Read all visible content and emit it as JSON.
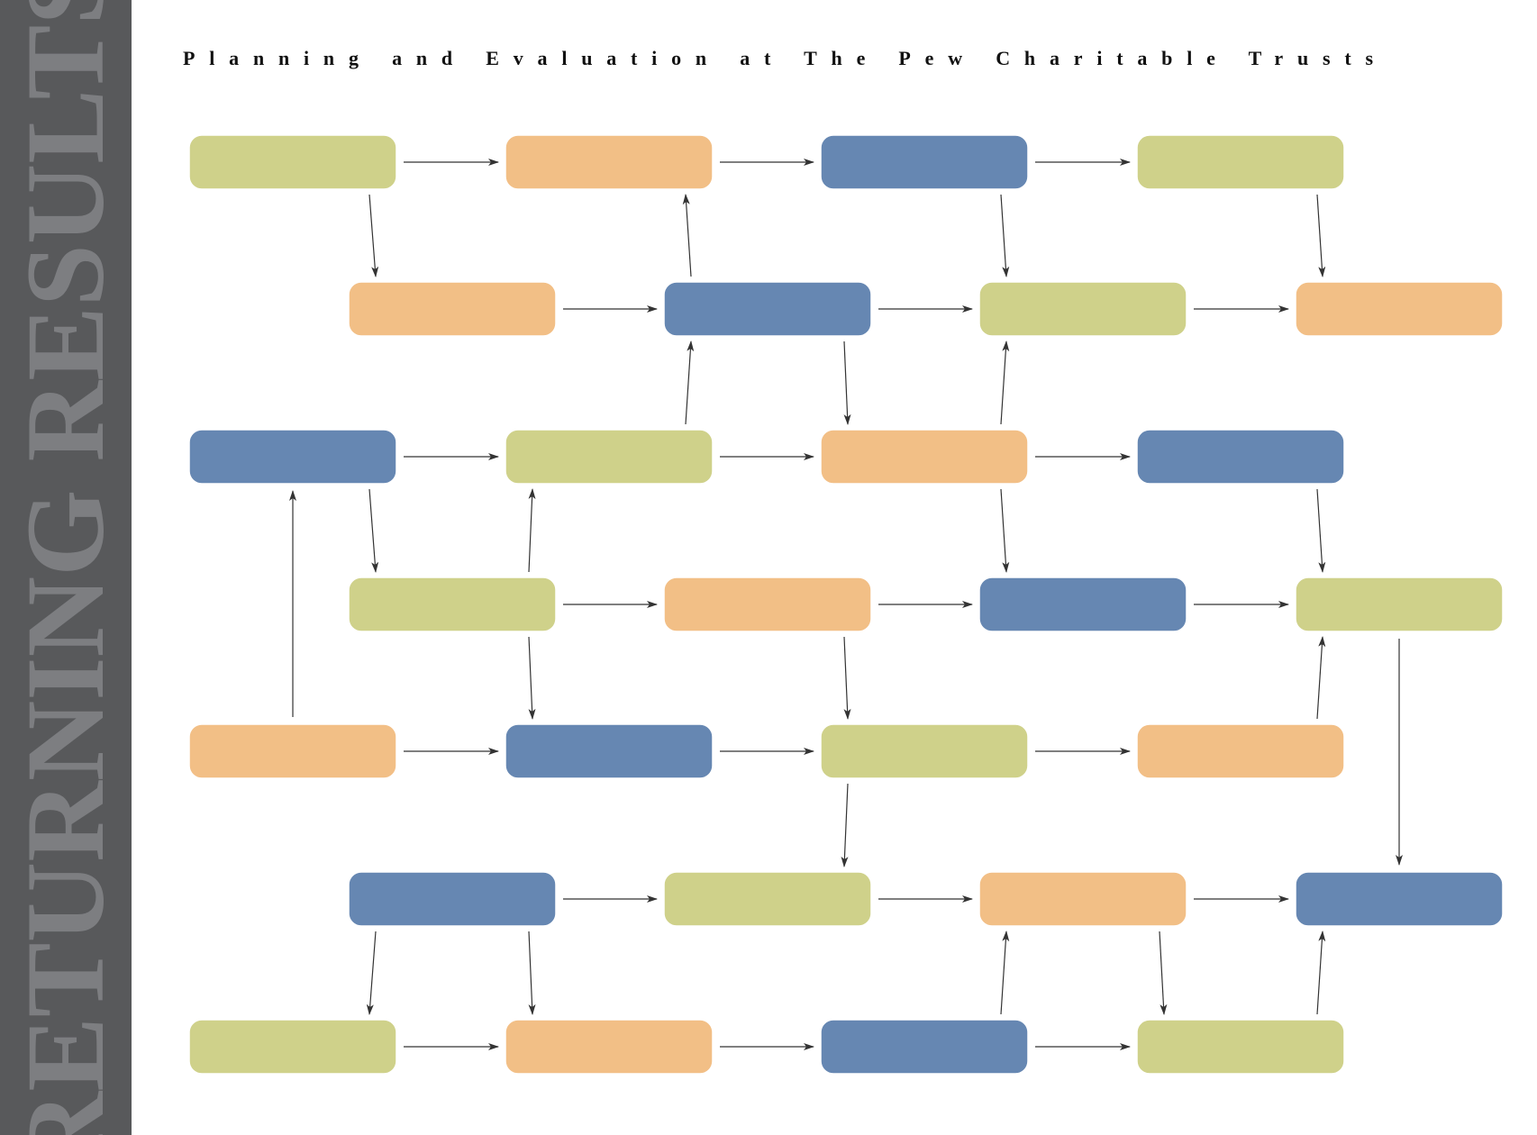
{
  "sidebar": {
    "title": "RETURNING RESULTS"
  },
  "header": {
    "title": "Planning and Evaluation at The Pew Charitable Trusts"
  },
  "colors": {
    "green": "#cfd18a",
    "orange": "#f2bf86",
    "blue": "#6687b2",
    "sidebar_bg": "#58595b",
    "sidebar_text": "#7d7e81",
    "arrow": "#333333"
  },
  "diagram": {
    "rows": [
      [
        "green",
        "orange",
        "blue",
        "green"
      ],
      [
        "orange",
        "blue",
        "green",
        "orange"
      ],
      [
        "blue",
        "green",
        "orange",
        "blue"
      ],
      [
        "green",
        "orange",
        "blue",
        "green"
      ],
      [
        "orange",
        "blue",
        "green",
        "orange"
      ],
      [
        "blue",
        "green",
        "orange",
        "blue"
      ],
      [
        "green",
        "orange",
        "blue",
        "green"
      ]
    ],
    "edges": [
      [
        [
          0,
          0
        ],
        [
          0,
          1
        ]
      ],
      [
        [
          0,
          1
        ],
        [
          0,
          2
        ]
      ],
      [
        [
          0,
          2
        ],
        [
          0,
          3
        ]
      ],
      [
        [
          0,
          0
        ],
        [
          1,
          0
        ]
      ],
      [
        [
          1,
          1
        ],
        [
          0,
          1
        ]
      ],
      [
        [
          0,
          2
        ],
        [
          1,
          2
        ]
      ],
      [
        [
          0,
          3
        ],
        [
          1,
          3
        ]
      ],
      [
        [
          1,
          0
        ],
        [
          1,
          1
        ]
      ],
      [
        [
          1,
          1
        ],
        [
          1,
          2
        ]
      ],
      [
        [
          1,
          2
        ],
        [
          1,
          3
        ]
      ],
      [
        [
          2,
          1
        ],
        [
          1,
          1
        ]
      ],
      [
        [
          1,
          1
        ],
        [
          2,
          2
        ]
      ],
      [
        [
          2,
          2
        ],
        [
          1,
          2
        ]
      ],
      [
        [
          2,
          0
        ],
        [
          2,
          1
        ]
      ],
      [
        [
          2,
          1
        ],
        [
          2,
          2
        ]
      ],
      [
        [
          2,
          2
        ],
        [
          2,
          3
        ]
      ],
      [
        [
          2,
          0
        ],
        [
          3,
          0
        ]
      ],
      [
        [
          3,
          0
        ],
        [
          2,
          1
        ]
      ],
      [
        [
          2,
          2
        ],
        [
          3,
          2
        ]
      ],
      [
        [
          2,
          3
        ],
        [
          3,
          3
        ]
      ],
      [
        [
          4,
          0
        ],
        [
          2,
          0
        ]
      ],
      [
        [
          3,
          0
        ],
        [
          3,
          1
        ]
      ],
      [
        [
          3,
          1
        ],
        [
          3,
          2
        ]
      ],
      [
        [
          3,
          2
        ],
        [
          3,
          3
        ]
      ],
      [
        [
          3,
          0
        ],
        [
          4,
          1
        ]
      ],
      [
        [
          3,
          1
        ],
        [
          4,
          2
        ]
      ],
      [
        [
          4,
          3
        ],
        [
          3,
          3
        ]
      ],
      [
        [
          3,
          3
        ],
        [
          5,
          3
        ]
      ],
      [
        [
          4,
          0
        ],
        [
          4,
          1
        ]
      ],
      [
        [
          4,
          1
        ],
        [
          4,
          2
        ]
      ],
      [
        [
          4,
          2
        ],
        [
          4,
          3
        ]
      ],
      [
        [
          4,
          2
        ],
        [
          5,
          1
        ]
      ],
      [
        [
          5,
          0
        ],
        [
          5,
          1
        ]
      ],
      [
        [
          5,
          1
        ],
        [
          5,
          2
        ]
      ],
      [
        [
          5,
          2
        ],
        [
          5,
          3
        ]
      ],
      [
        [
          5,
          0
        ],
        [
          6,
          0
        ]
      ],
      [
        [
          5,
          0
        ],
        [
          6,
          1
        ]
      ],
      [
        [
          6,
          2
        ],
        [
          5,
          2
        ]
      ],
      [
        [
          5,
          2
        ],
        [
          6,
          3
        ]
      ],
      [
        [
          6,
          3
        ],
        [
          5,
          3
        ]
      ],
      [
        [
          6,
          0
        ],
        [
          6,
          1
        ]
      ],
      [
        [
          6,
          1
        ],
        [
          6,
          2
        ]
      ],
      [
        [
          6,
          2
        ],
        [
          6,
          3
        ]
      ]
    ]
  }
}
